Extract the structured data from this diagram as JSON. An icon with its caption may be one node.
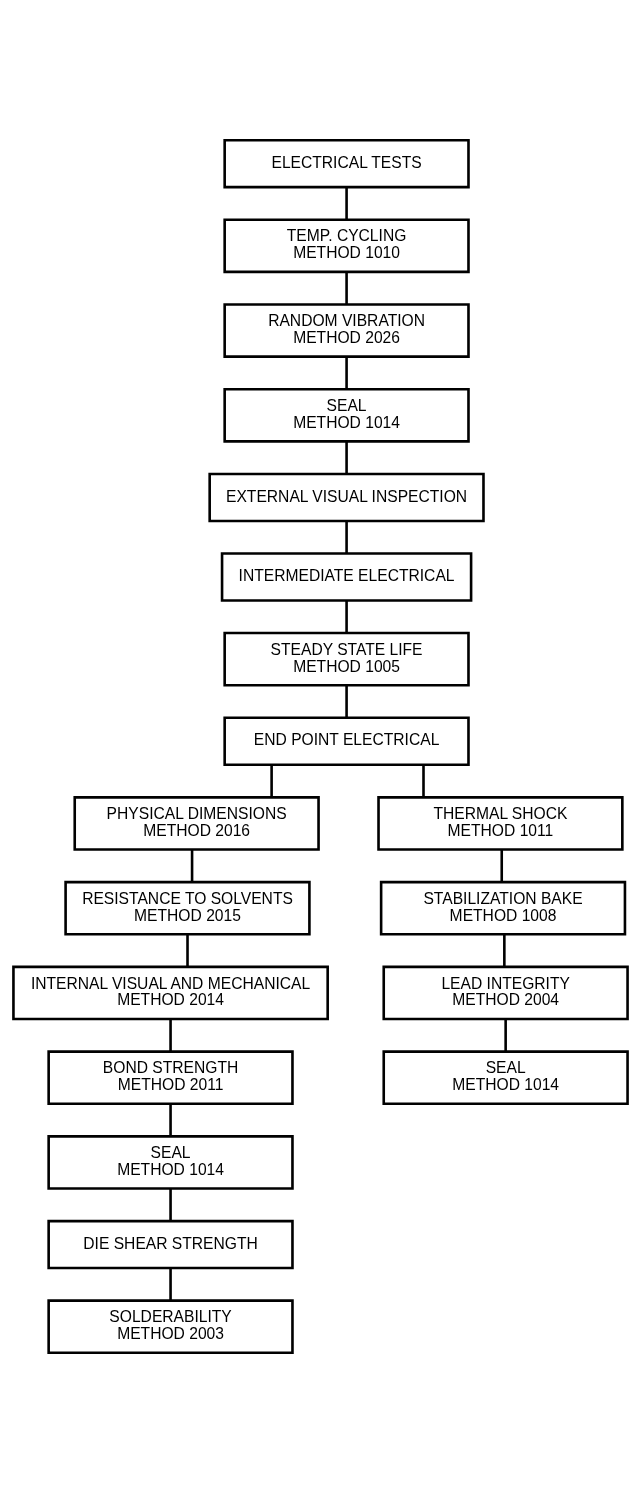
{
  "diagram": {
    "nodes": [
      {
        "text": [
          "ELECTRICAL TESTS"
        ]
      },
      {
        "text": [
          "TEMP. CYCLING",
          "METHOD 1010"
        ]
      },
      {
        "text": [
          "RANDOM VIBRATION",
          "METHOD 2026"
        ]
      },
      {
        "text": [
          "SEAL",
          "METHOD 1014"
        ]
      },
      {
        "text": [
          "EXTERNAL VISUAL INSPECTION"
        ]
      },
      {
        "text": [
          "INTERMEDIATE ELECTRICAL"
        ]
      },
      {
        "text": [
          "STEADY STATE LIFE",
          "METHOD 1005"
        ]
      },
      {
        "text": [
          "END POINT ELECTRICAL"
        ]
      },
      {
        "text": [
          "PHYSICAL DIMENSIONS",
          "METHOD 2016"
        ]
      },
      {
        "text": [
          "RESISTANCE TO SOLVENTS",
          "METHOD 2015"
        ]
      },
      {
        "text": [
          "INTERNAL VISUAL AND MECHANICAL",
          "METHOD 2014"
        ]
      },
      {
        "text": [
          "BOND STRENGTH",
          "METHOD 2011"
        ]
      },
      {
        "text": [
          "SEAL",
          "METHOD 1014"
        ]
      },
      {
        "text": [
          "DIE SHEAR STRENGTH"
        ]
      },
      {
        "text": [
          "SOLDERABILITY",
          "METHOD 2003"
        ]
      },
      {
        "text": [
          "THERMAL SHOCK",
          "METHOD 1011"
        ]
      },
      {
        "text": [
          "STABILIZATION BAKE",
          "METHOD 1008"
        ]
      },
      {
        "text": [
          "LEAD INTEGRITY",
          "METHOD 2004"
        ]
      },
      {
        "text": [
          "SEAL",
          "METHOD 1014"
        ]
      }
    ],
    "edges": [
      {
        "from": 0,
        "to": 1,
        "arrow": "none"
      },
      {
        "from": 1,
        "to": 2,
        "arrow": "none"
      },
      {
        "from": 2,
        "to": 3,
        "arrow": "none"
      },
      {
        "from": 3,
        "to": 4,
        "arrow": "none"
      },
      {
        "from": 4,
        "to": 5,
        "arrow": "none"
      },
      {
        "from": 5,
        "to": 6,
        "arrow": "none"
      },
      {
        "from": 6,
        "to": 7,
        "arrow": "none"
      },
      {
        "from": 7,
        "to": 8,
        "arrow": "none"
      },
      {
        "from": 7,
        "to": 15,
        "arrow": "none"
      },
      {
        "from": 8,
        "to": 9,
        "arrow": "none"
      },
      {
        "from": 9,
        "to": 10,
        "arrow": "none"
      },
      {
        "from": 10,
        "to": 11,
        "arrow": "none"
      },
      {
        "from": 11,
        "to": 12,
        "arrow": "none"
      },
      {
        "from": 12,
        "to": 13,
        "arrow": "none"
      },
      {
        "from": 13,
        "to": 14,
        "arrow": "none"
      },
      {
        "from": 15,
        "to": 16,
        "arrow": "none"
      },
      {
        "from": 16,
        "to": 17,
        "arrow": "none"
      },
      {
        "from": 17,
        "to": 18,
        "arrow": "none"
      }
    ]
  }
}
